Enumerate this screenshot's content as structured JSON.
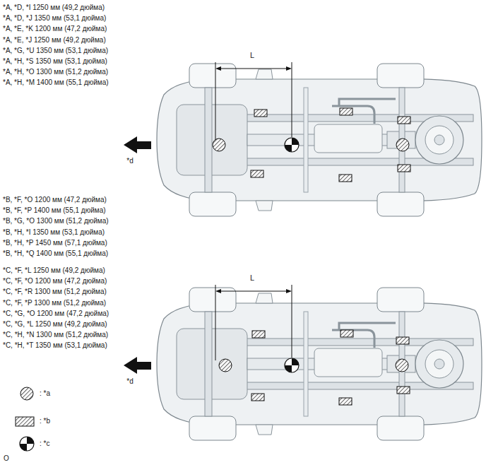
{
  "diagram": {
    "labels": [
      "*A, *D, *I 1250 мм (49,2 дюйма)",
      "*A, *D, *J 1350 мм (53,1 дюйма)",
      "*A, *E, *K 1200 мм (47,2 дюйма)",
      "*A, *E, *J 1250 мм (49,2 дюйма)",
      "*A, *G, *U 1350 мм (53,1 дюйма)",
      "*A, *H, *S 1350 мм (53,1 дюйма)",
      "*A, *H, *O 1300 мм (51,2 дюйма)",
      "*A, *H, *M 1400 мм (55,1 дюйма)",
      "L",
      "*d",
      "*B, *F, *O 1200 мм (47,2 дюйма)",
      "*B, *F, *P 1400 мм (55,1 дюйма)",
      "*B, *G, *O 1300 мм (51,2 дюйма)",
      "*B, *H, *I 1350 мм (53,1 дюйма)",
      "*B, *H, *P 1450 мм (57,1 дюйма)",
      "*B, *H, *Q 1400 мм (55,1 дюйма)",
      "*C, *F, *L 1250 мм (49,2 дюйма)",
      "*C, *F, *O 1200 мм (47,2 дюйма)",
      "*C, *F, *R 1300 мм (51,2 дюйма)",
      "*C, *F, *P 1300 мм (51,2 дюйма)",
      "*C, *G, *O 1200 мм (47,2 дюйма)",
      "*C, *G, *L 1250 мм (49,2 дюйма)",
      "*C, *H, *N 1300 мм (51,2 дюйма)",
      "*C, *H, *T 1350 мм (53,1 дюйма)",
      "L",
      "*d",
      "O"
    ],
    "legend": [
      {
        "text": ": *a"
      },
      {
        "text": ": *b"
      },
      {
        "text": ": *c"
      }
    ]
  }
}
